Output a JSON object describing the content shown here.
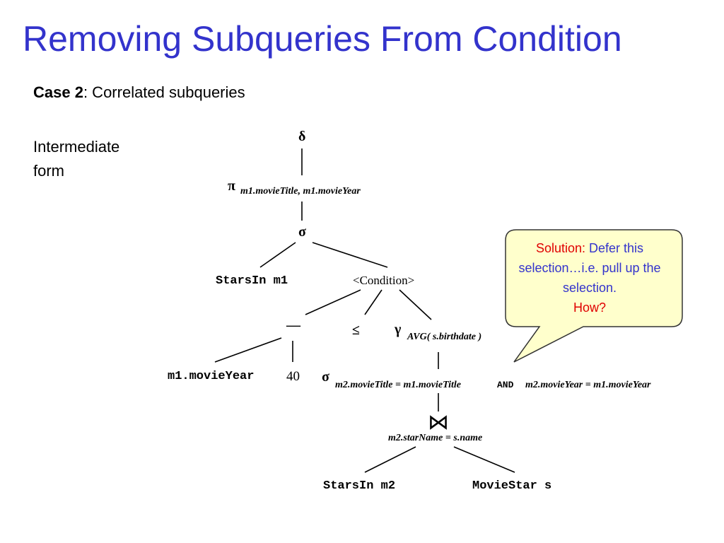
{
  "slide": {
    "title": "Removing Subqueries From Condition",
    "case_bold": "Case 2",
    "case_rest": ": Correlated subqueries",
    "side_label_1": "Intermediate",
    "side_label_2": "form"
  },
  "tree": {
    "delta": "δ",
    "pi": "π",
    "pi_sub": "m1.movieTitle, m1.movieYear",
    "sigma_top": "σ",
    "starsin_m1": "StarsIn m1",
    "condition": "<Condition>",
    "eq_bar": "—",
    "leq": "≤",
    "gamma": "γ",
    "gamma_sub": "AVG( s.birthdate )",
    "m1_movieyear": "m1.movieYear",
    "forty": "40",
    "sigma_low": "σ",
    "sigma_low_sub1": "m2.movieTitle = m1.movieTitle",
    "and": "AND",
    "sigma_low_sub2": "m2.movieYear = m1.movieYear",
    "join": "⋈",
    "join_sub": "m2.starName = s.name",
    "starsin_m2": "StarsIn m2",
    "moviestar_s": "MovieStar s"
  },
  "callout": {
    "solution_label": "Solution:",
    "solution_text": " Defer this selection…i.e. pull up the selection.",
    "how": "How?",
    "fill_color": "#ffffcc",
    "border_color": "#333333"
  },
  "colors": {
    "title": "#3333cc",
    "accent_red": "#e00000"
  }
}
